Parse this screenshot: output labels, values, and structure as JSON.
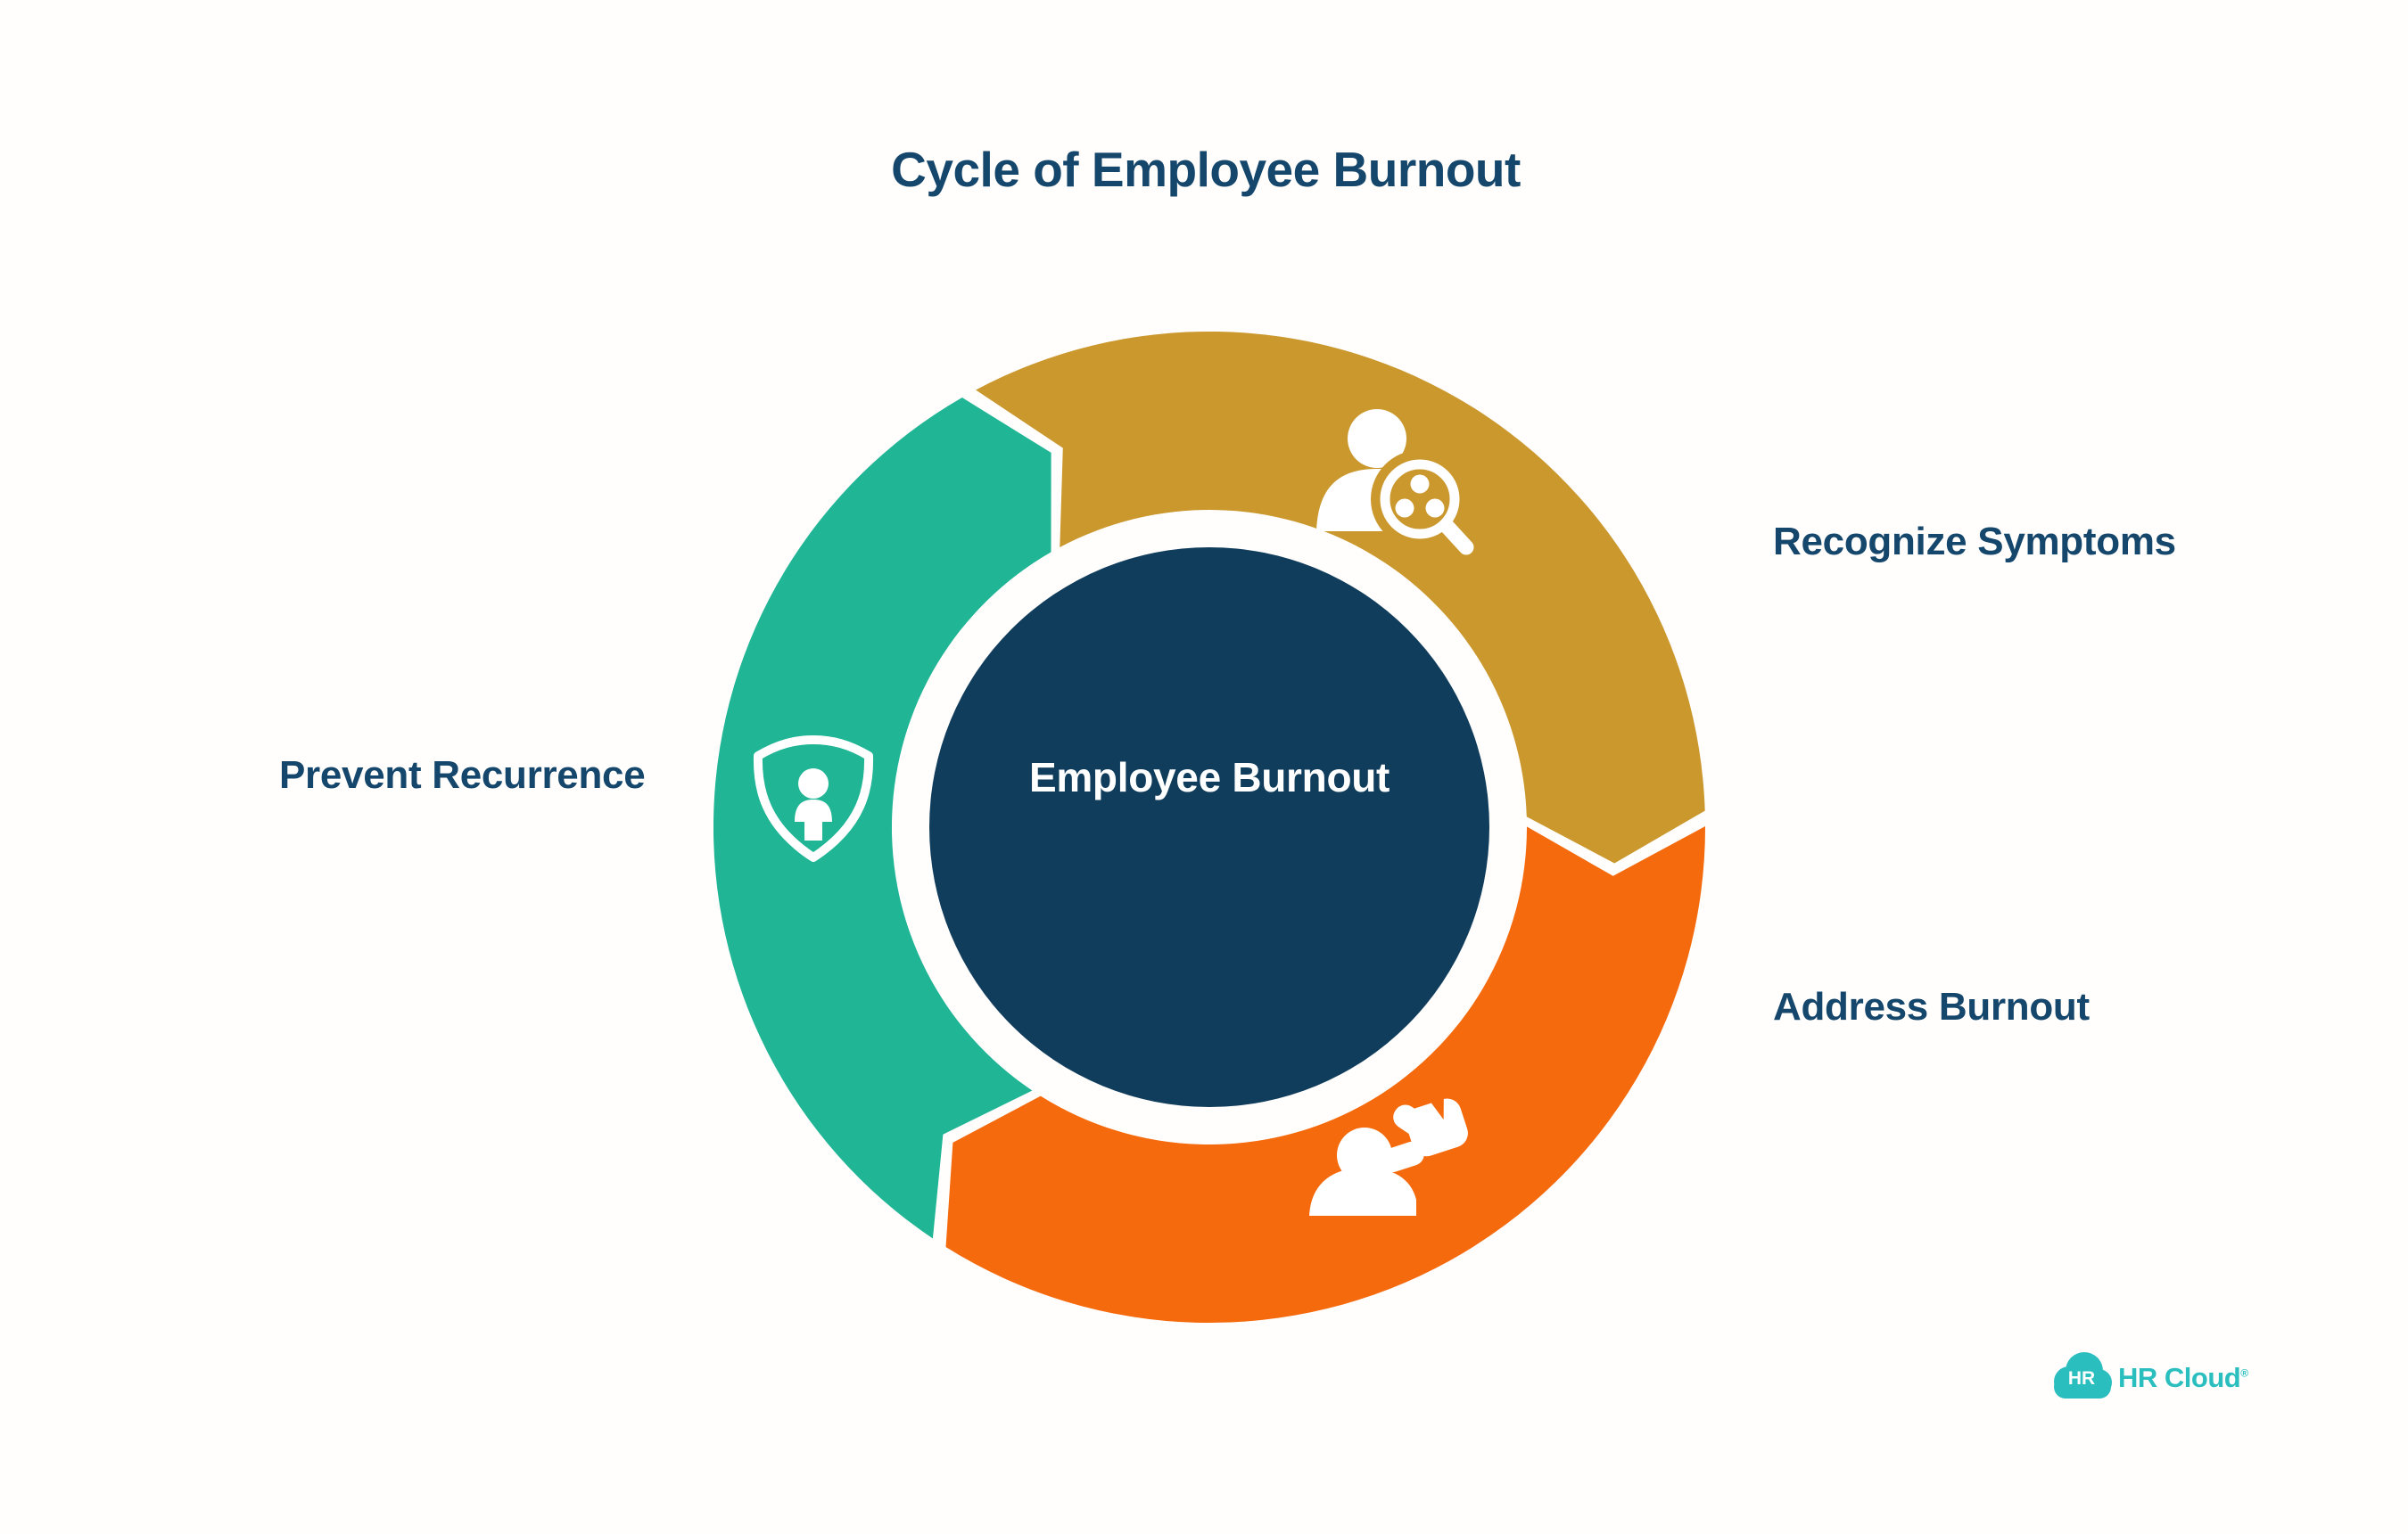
{
  "title": "Cycle of Employee Burnout",
  "colors": {
    "background": "#fffefd",
    "text_navy": "#15466B",
    "center_circle_navy": "#113D5C",
    "logo_teal": "#2ABEBF",
    "icon_white": "#ffffff"
  },
  "diagram": {
    "center_label": "Employee Burnout",
    "segments": [
      {
        "id": "recognize",
        "label": "Recognize Symptoms",
        "color": "#CB982E",
        "icon": "person-magnifier-icon",
        "position": "top-right"
      },
      {
        "id": "address",
        "label": "Address Burnout",
        "color": "#F46A0D",
        "icon": "person-support-hand-icon",
        "position": "bottom-right"
      },
      {
        "id": "prevent",
        "label": "Prevent Recurrence",
        "color": "#1FB595",
        "icon": "shield-person-icon",
        "position": "left"
      }
    ]
  },
  "logo": {
    "badge_text": "HR",
    "brand_text": "HR Cloud",
    "registered_mark": "®",
    "color": "#2ABEBF"
  }
}
